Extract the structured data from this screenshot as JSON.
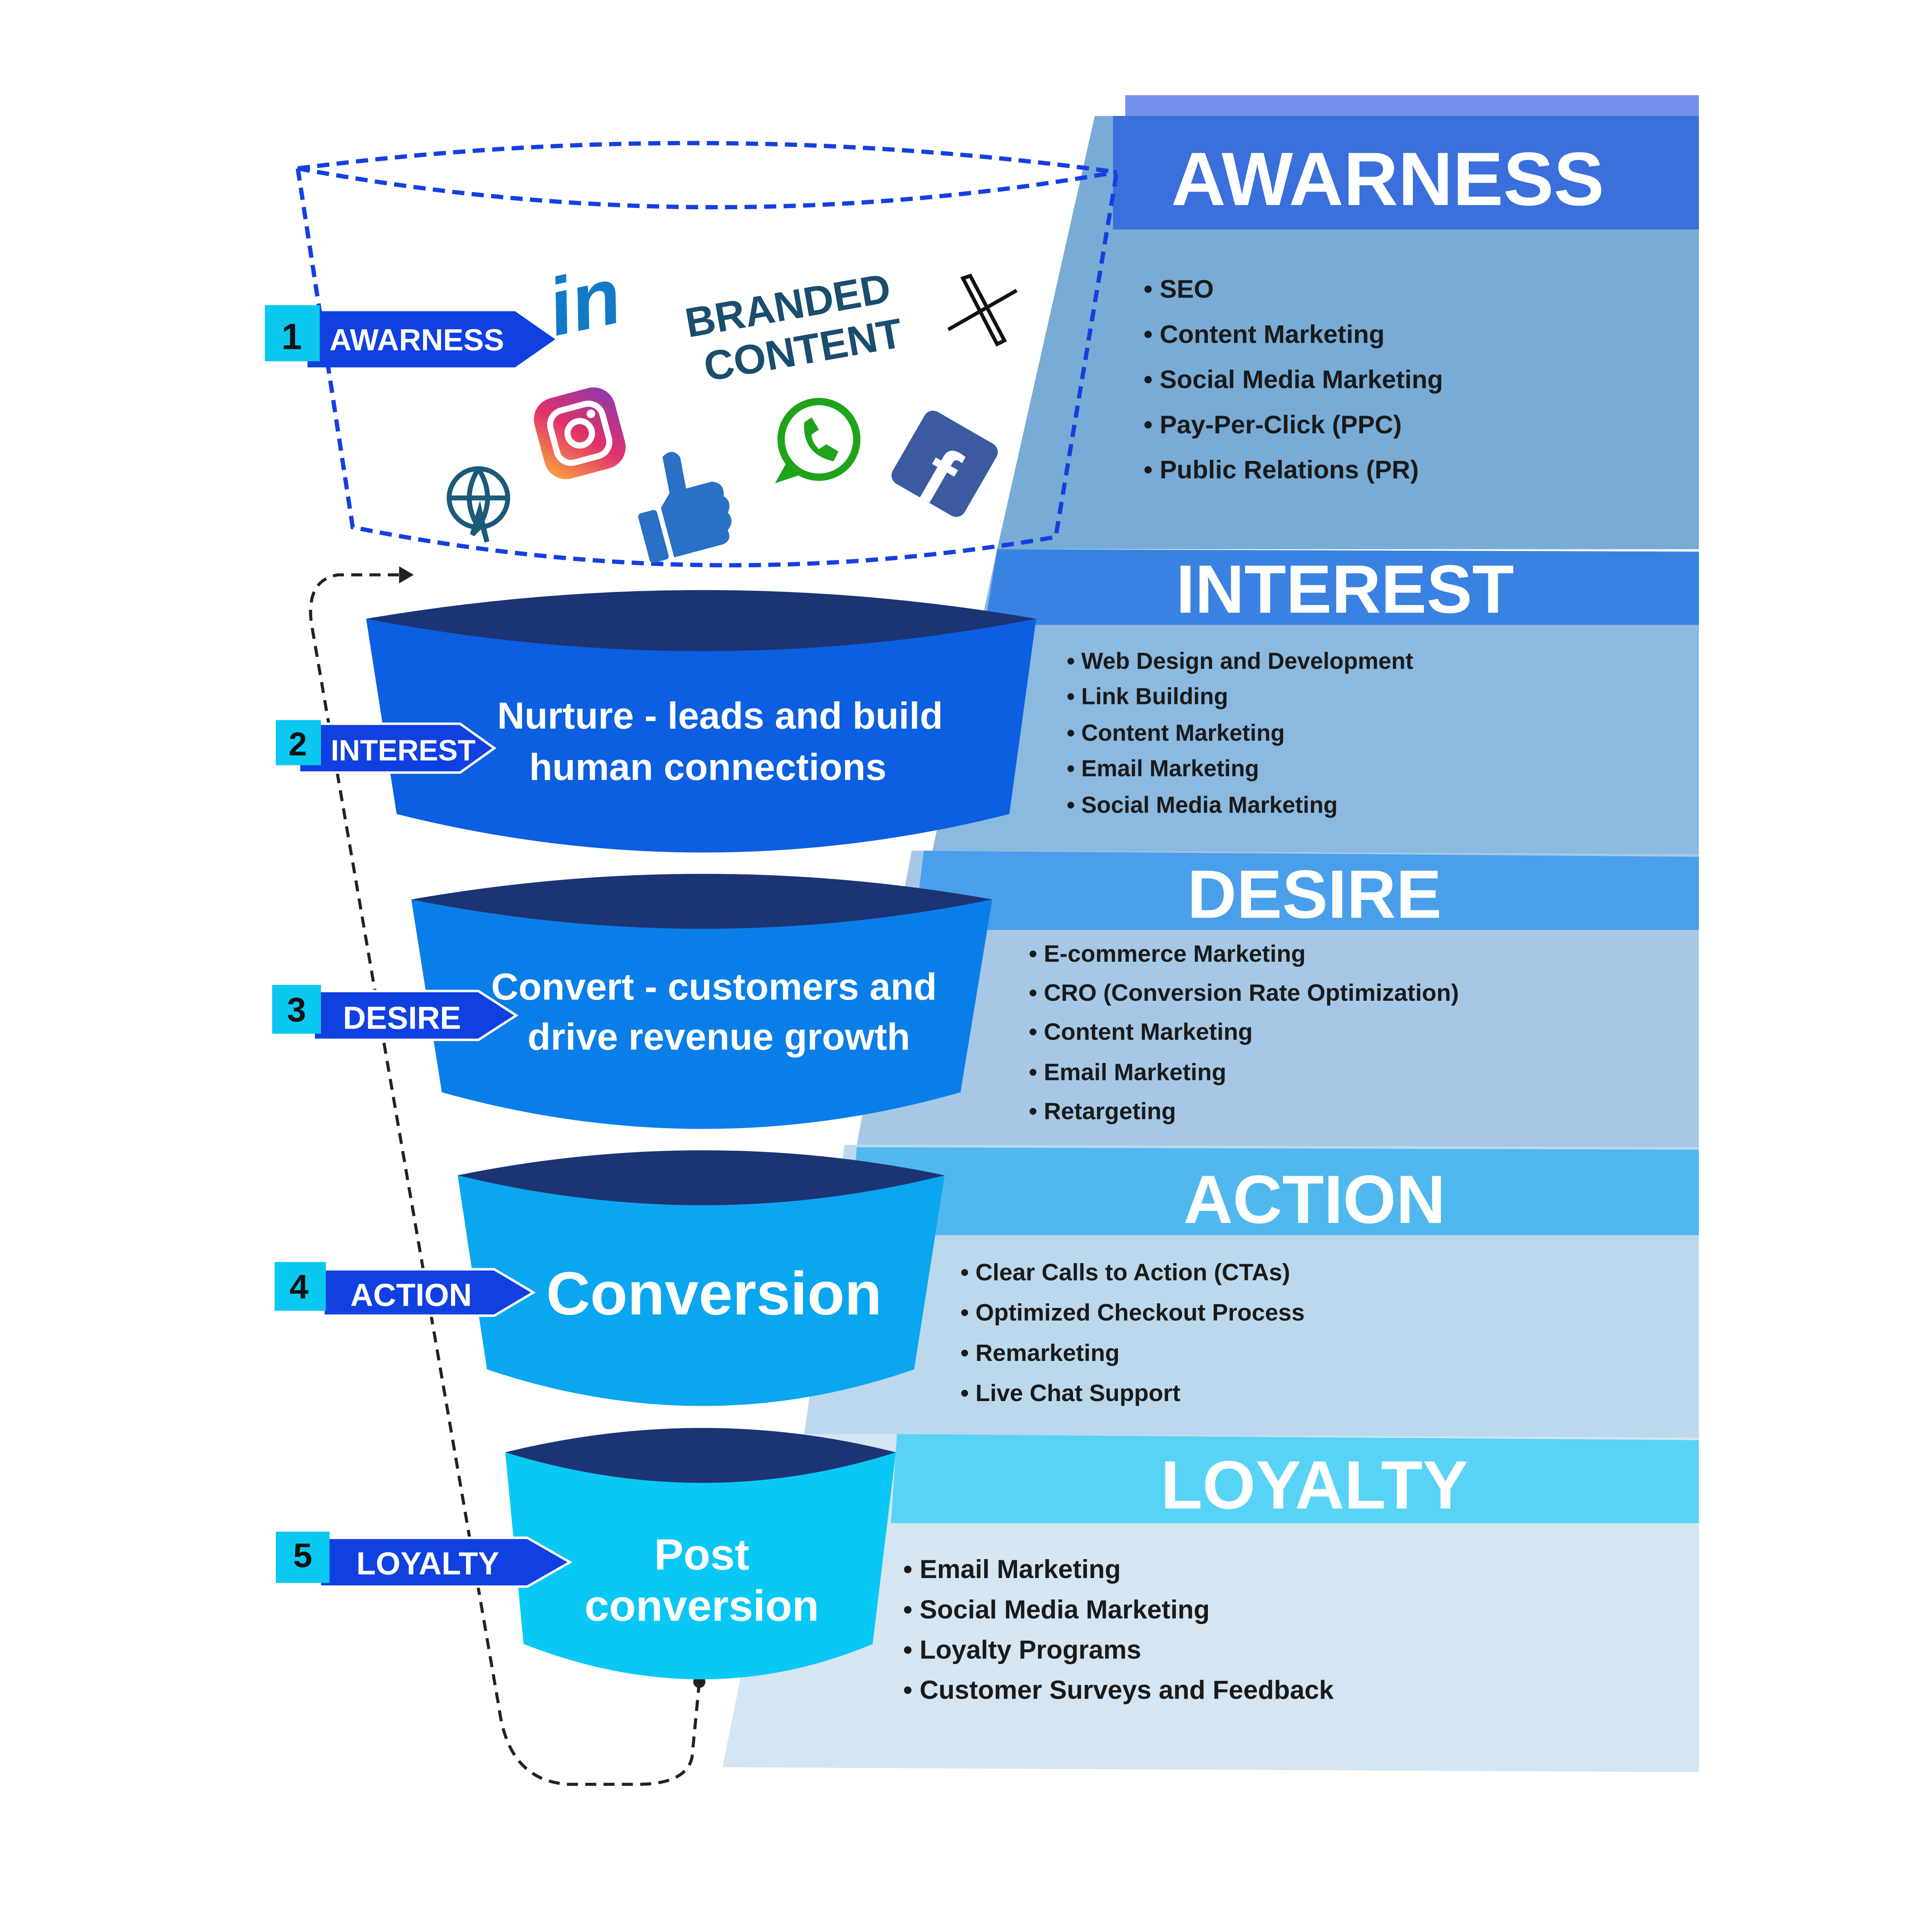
{
  "colors": {
    "awareness_header": "#3a6fdc",
    "interest_header": "#3a82e2",
    "desire_header": "#4a9fea",
    "action_header": "#50b8ef",
    "loyalty_header": "#58d3f6",
    "cup_top": "#1c3474",
    "label_box": "#0ac8f0",
    "label_arrow": "#1040e0",
    "dark_text": "#1a1a1a"
  },
  "branded_content": {
    "line1": "BRANDED",
    "line2": "CONTENT"
  },
  "icons": [
    "linkedin-icon",
    "x-icon",
    "instagram-icon",
    "whatsapp-icon",
    "facebook-icon",
    "thumbs-up-icon",
    "globe-cursor-icon"
  ],
  "stages": [
    {
      "number": "1",
      "label": "AWARNESS",
      "title": "AWARNESS",
      "cup_text": [],
      "items": [
        "SEO",
        "Content Marketing",
        "Social Media Marketing",
        "Pay-Per-Click (PPC)",
        "Public Relations (PR)"
      ]
    },
    {
      "number": "2",
      "label": "INTEREST",
      "title": "INTEREST",
      "cup_text": [
        "Nurture - leads and build",
        "human connections"
      ],
      "items": [
        "Web Design and Development",
        "Link Building",
        "Content Marketing",
        "Email Marketing",
        "Social Media Marketing"
      ]
    },
    {
      "number": "3",
      "label": "DESIRE",
      "title": "DESIRE",
      "cup_text": [
        "Convert - customers and",
        "drive revenue growth"
      ],
      "items": [
        "E-commerce Marketing",
        "CRO (Conversion Rate Optimization)",
        "Content Marketing",
        "Email Marketing",
        "Retargeting"
      ]
    },
    {
      "number": "4",
      "label": "ACTION",
      "title": "ACTION",
      "cup_text": [
        "Conversion"
      ],
      "items": [
        "Clear Calls to Action (CTAs)",
        "Optimized Checkout Process",
        "Remarketing",
        "Live Chat Support"
      ]
    },
    {
      "number": "5",
      "label": "LOYALTY",
      "title": "LOYALTY",
      "cup_text": [
        "Post",
        "conversion"
      ],
      "items": [
        "Email Marketing",
        "Social Media Marketing",
        "Loyalty Programs",
        "Customer Surveys and Feedback"
      ]
    }
  ]
}
